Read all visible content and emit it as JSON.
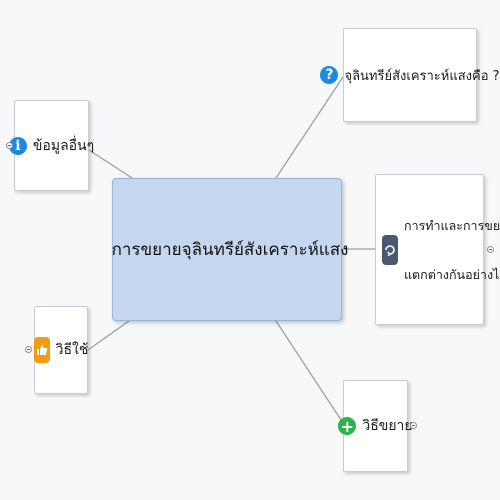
{
  "central": {
    "label": "การขยายจุลินทรีย์สังเคราะห์แสง",
    "icon": "arrow-right-icon"
  },
  "topics": {
    "what_is": {
      "label": "จุลินทรีย์สังเคราะห์แสงคือ ?",
      "icon": "question-icon"
    },
    "other_info": {
      "label": "ข้อมูลอื่นๆ",
      "icon": "info-icon"
    },
    "compare": {
      "line1": "การทำและการขยาย",
      "line2": "แตกต่างกันอย่างไร?",
      "icon": "refresh-arrow-icon"
    },
    "usage": {
      "label": "วิธีใช้",
      "icon": "thumbs-up-icon"
    },
    "expand_method": {
      "label": "วิธีขยาย",
      "icon": "plus-icon"
    }
  },
  "colors": {
    "central_fill": "#c4d7ee",
    "central_arrow": "#2fa6e8",
    "question_badge": "#1e88e5",
    "info_badge": "#1e88e5",
    "refresh_badge": "#4a5a6e",
    "thumbs_badge": "#f39c12",
    "plus_badge": "#2db34a",
    "edge": "#9aa0a8"
  }
}
